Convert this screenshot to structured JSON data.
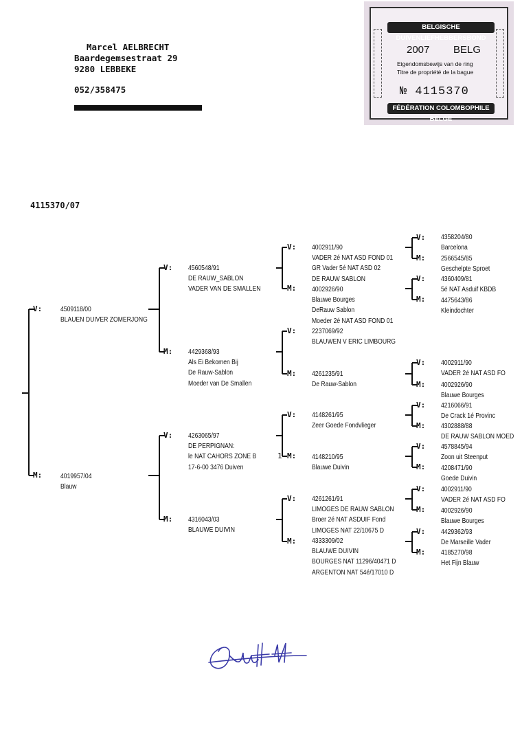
{
  "owner": {
    "name": "Marcel AELBRECHT",
    "street": "Baardegemsestraat 29",
    "city": "9280  LEBBEKE",
    "phone": "052/358475"
  },
  "card": {
    "top_banner": "BELGISCHE DUIVENLIEFHEBBERSBOND",
    "year": "2007",
    "country": "BELG",
    "line_nl": "Eigendomsbewijs van de ring",
    "line_fr": "Titre de propriété de la bague",
    "number": "№ 4115370",
    "bottom_banner": "FÉDÉRATION COLOMBOPHILE BELGE"
  },
  "ring": "4115370/07",
  "labels": {
    "sire": "V:",
    "dam": "M:"
  },
  "stray_mark": "1",
  "pedigree": {
    "g1": {
      "v": [
        "4509118/00",
        "BLAUEN DUIVER ZOMERJONG"
      ],
      "m": [
        "4019957/04",
        "Blauw"
      ]
    },
    "g2": {
      "vv": [
        "4560548/91",
        "DE RAUW_SABLON",
        "VADER VAN DE SMALLEN"
      ],
      "vm": [
        "4429368/93",
        "Als Ei Bekomen Bij",
        "De Rauw-Sablon",
        "Moeder van De Smallen"
      ],
      "mv": [
        "4263065/97",
        "DE PERPIGNAN:",
        "le NAT CAHORS ZONE B",
        "17-6-00 3476 Duiven"
      ],
      "mm": [
        "4316043/03",
        "BLAUWE DUIVIN"
      ]
    },
    "g3": {
      "vvv": [
        "4002911/90",
        "VADER 2é NAT ASD FOND 01",
        "GR Vader 5é NAT ASD 02",
        "DE RAUW SABLON"
      ],
      "vvm": [
        "4002926/90",
        "Blauwe Bourges",
        "DeRauw Sablon",
        "Moeder 2é NAT ASD FOND 01"
      ],
      "vmv": [
        "2237069/92",
        "BLAUWEN V ERIC LIMBOURG"
      ],
      "vmm": [
        "4261235/91",
        "De Rauw-Sablon"
      ],
      "mvv": [
        "4148261/95",
        "Zeer Goede Fondvlieger"
      ],
      "mvm": [
        "4148210/95",
        "Blauwe Duivin"
      ],
      "mmv": [
        "4261261/91",
        "LIMOGES DE RAUW SABLON",
        "Broer 2é NAT ASDUIF Fond",
        "LIMOGES NAT 22/10675 D"
      ],
      "mmm": [
        "4333309/02",
        "BLAUWE DUIVIN",
        "BOURGES NAT 11296/40471 D",
        "ARGENTON NAT 54é/17010 D"
      ]
    },
    "g4": {
      "a": [
        "4358204/80",
        "Barcelona"
      ],
      "b": [
        "2566545/85",
        "Geschelpte Sproet"
      ],
      "c": [
        "4360409/81",
        "5é NAT Asduif KBDB"
      ],
      "d": [
        "4475643/86",
        "Kleindochter"
      ],
      "e": [
        "4002911/90",
        "VADER 2é NAT ASD FO"
      ],
      "f": [
        "4002926/90",
        "Blauwe Bourges"
      ],
      "g": [
        "4216066/91",
        "De Crack 1é Provinc"
      ],
      "h": [
        "4302888/88",
        "DE RAUW SABLON MOED"
      ],
      "i": [
        "4578845/94",
        "Zoon uit Steenput"
      ],
      "j": [
        "4208471/90",
        "Goede Duivin"
      ],
      "k": [
        "4002911/90",
        "VADER 2é NAT ASD FO"
      ],
      "l": [
        "4002926/90",
        "Blauwe Bourges"
      ],
      "m": [
        "4429362/93",
        "De Marseille Vader"
      ],
      "n": [
        "4185270/98",
        "Het Fijn Blauw"
      ]
    }
  }
}
